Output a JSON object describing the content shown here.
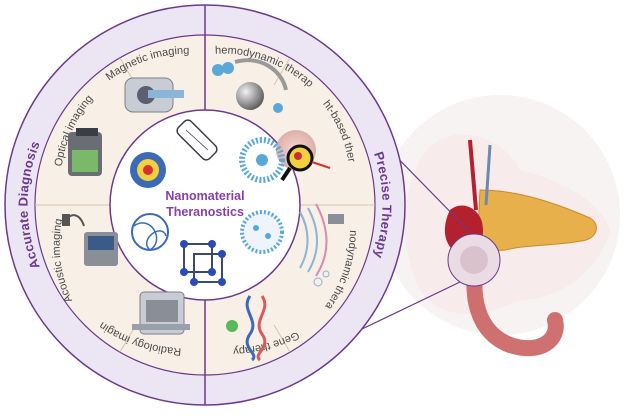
{
  "center": {
    "line1": "Nanomaterial",
    "line2": "Theranostics"
  },
  "outer_ring": {
    "left": "Accurate Diagnosis",
    "right": "Precise Therapy"
  },
  "diagnosis_segments": {
    "magnetic": "Magnetic imaging",
    "optical": "Optical imaging",
    "acoustic": "Acoustic imaging",
    "radiology": "Radiology imaging"
  },
  "therapy_segments": {
    "chemodynamic": "Chemodynamic therapy",
    "light": "Light-based therapy",
    "sonodynamic": "Sonodynamic therapy",
    "gene": "Gene therapy"
  },
  "colors": {
    "outer_ring": "#ece6f4",
    "segment_fill": "#f8efe6",
    "border_purple": "#6b3a8c",
    "center_text": "#8a3ea8",
    "pancreas": "#e8b04a",
    "organ_red": "#b5202e"
  },
  "icons": [
    "mri-scanner-icon",
    "optical-device-icon",
    "ultrasound-device-icon",
    "ct-scanner-icon",
    "molecule-reaction-icon",
    "magnifier-tumor-icon",
    "sound-wave-icon",
    "dna-helix-icon",
    "nanotube-icon",
    "gear-nanoparticle-icon",
    "micelle-icon",
    "nanowire-ball-icon",
    "liposome-icon",
    "crystal-lattice-icon",
    "pancreas-illustration"
  ]
}
